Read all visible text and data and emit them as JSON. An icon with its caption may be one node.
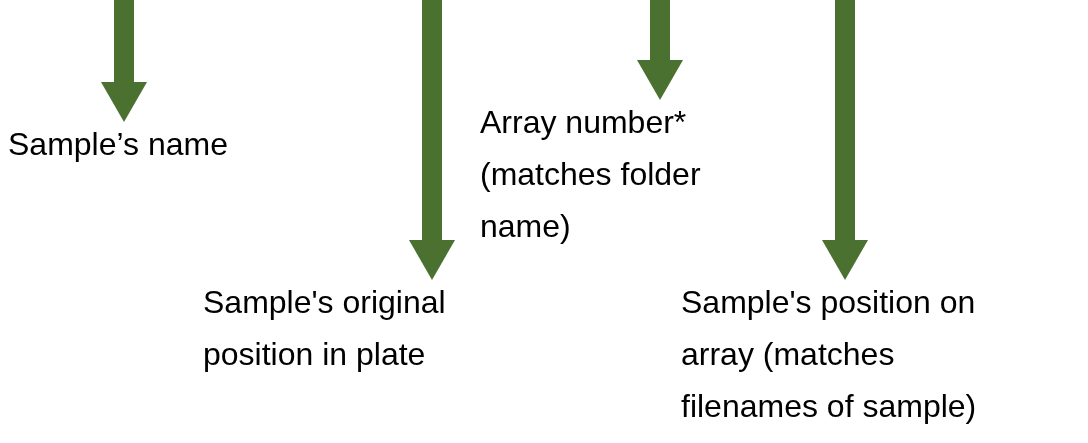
{
  "diagram": {
    "nodes": [
      {
        "text": [
          "Sample’s name"
        ]
      },
      {
        "text": [
          "Array number* (matches folder name)"
        ]
      },
      {
        "text": [
          "Sample's original position in plate"
        ]
      },
      {
        "text": [
          "Sample's position on array (matches filenames of sample)"
        ]
      }
    ],
    "edges": [
      {
        "from": null,
        "to": 0,
        "arrow": "to"
      },
      {
        "from": null,
        "to": 2,
        "arrow": "to"
      },
      {
        "from": null,
        "to": 1,
        "arrow": "to"
      },
      {
        "from": null,
        "to": 3,
        "arrow": "to"
      }
    ]
  }
}
